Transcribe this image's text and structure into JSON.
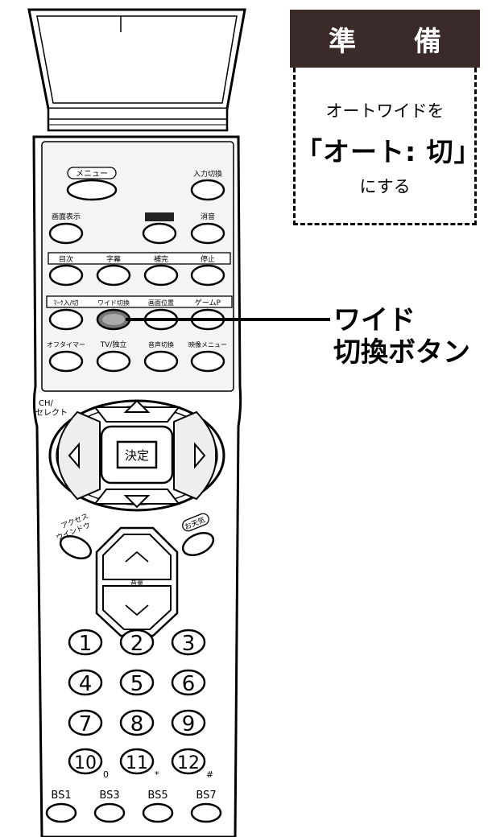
{
  "prep_box": {
    "header": "準 備",
    "line1": "オートワイドを",
    "line2": "「オート: 切」",
    "line3": "にする"
  },
  "callout": {
    "line1": "ワイド",
    "line2": "切換ボタン"
  },
  "remote": {
    "row1": [
      "メニュー",
      "入力切換"
    ],
    "row2": [
      "画面表示",
      "",
      "消音"
    ],
    "row3": [
      "目次",
      "字幕",
      "補完",
      "停止"
    ],
    "row4": [
      "ﾏｰｸ入/切",
      "ワイド切換",
      "画面位置",
      "ゲームP"
    ],
    "row5": [
      "オフタイマー",
      "TV/独立",
      "音声切換",
      "映像メニュー"
    ],
    "ch_label_1": "CH/",
    "ch_label_2": "セレクト",
    "center_button": "決定",
    "access_1": "アクセス",
    "access_2": "ウインドウ",
    "weather": "お天気",
    "volume": "音量",
    "numbers": [
      "1",
      "2",
      "3",
      "4",
      "5",
      "6",
      "7",
      "8",
      "9",
      "10",
      "11",
      "12"
    ],
    "number_subs": [
      "0",
      "*",
      "#"
    ],
    "bs": [
      "BS1",
      "BS3",
      "BS5",
      "BS7"
    ]
  }
}
